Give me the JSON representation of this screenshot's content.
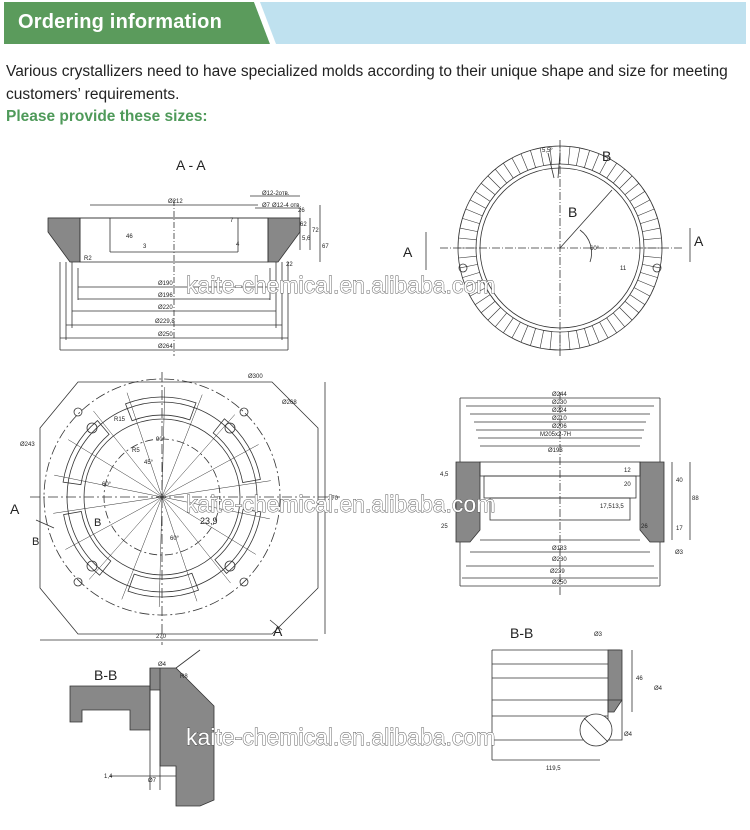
{
  "header": {
    "title": "Ordering information",
    "colors": {
      "green": "#5b9b5c",
      "light_blue": "#bfe1ef"
    }
  },
  "intro": {
    "text": "Various crystallizers need to have specialized molds according to their unique shape and size for meeting customers’ requirements."
  },
  "sizes_heading": "Please provide these sizes:",
  "watermark": "kaite-chemical.en.alibaba.com",
  "drawing": {
    "view_aa": {
      "title": "A - A",
      "dims": [
        "Ø212",
        "Ø12-2отв.",
        "Ø7",
        "Ø12-4 отв.",
        "Ø190",
        "Ø196",
        "Ø220",
        "Ø229,8",
        "Ø250",
        "Ø264",
        "R2",
        "46",
        "3",
        "22",
        "7",
        "62",
        "72",
        "26",
        "67",
        "5,6",
        "4"
      ]
    },
    "view_ring": {
      "section_a_left": "A",
      "section_a_right": "A",
      "section_b_top": "B",
      "section_b_inner": "B",
      "dims": [
        "5,5°",
        "60°",
        "11"
      ]
    },
    "view_plan": {
      "label_a_left": "A",
      "label_a_bottom": "A",
      "label_b_left": "B",
      "label_b_inner": "B",
      "dims": [
        "Ø300",
        "Ø268",
        "Ø243",
        "R15",
        "90°",
        "45°",
        "60°",
        "60°",
        "R5",
        "23,9",
        "270",
        "270"
      ]
    },
    "view_section": {
      "dims": [
        "Ø244",
        "Ø230",
        "Ø224",
        "Ø210",
        "Ø206",
        "M205x2-7H",
        "Ø193",
        "Ø183",
        "Ø230",
        "Ø239",
        "Ø250",
        "4,5",
        "20",
        "12",
        "17,5",
        "13,5",
        "25",
        "26",
        "17",
        "40",
        "88",
        "Ø3"
      ]
    },
    "view_bb_left": {
      "title": "B-B",
      "dims": [
        "Ø4",
        "R8",
        "Ø7",
        "1,4"
      ]
    },
    "view_bb_right": {
      "title": "B-B",
      "dims": [
        "Ø3",
        "46",
        "Ø4",
        "Ø4",
        "119,5"
      ]
    }
  }
}
